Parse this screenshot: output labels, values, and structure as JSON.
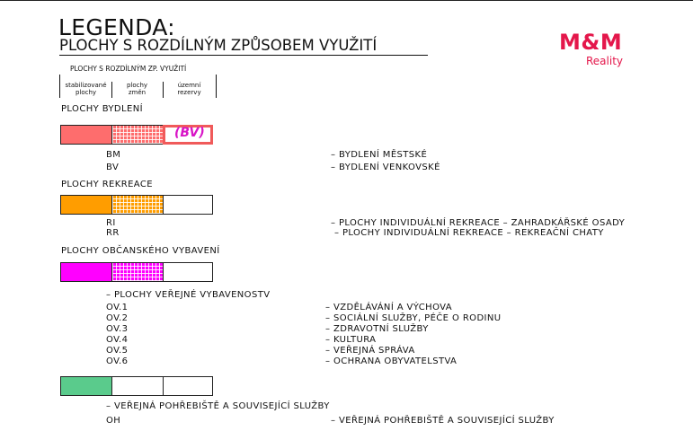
{
  "title": "LEGENDA:",
  "subtitle": "PLOCHY S ROZDÍLNÝM ZPŮSOBEM VYUŽITÍ",
  "logo": {
    "main": "M&M",
    "sub": "Reality"
  },
  "header": {
    "caption": "PLOCHY S ROZDÍLNÝM ZP. VYUŽITÍ",
    "columns": [
      {
        "line1": "stabilizované",
        "line2": "plochy"
      },
      {
        "line1": "plochy",
        "line2": "změn"
      },
      {
        "line1": "územní",
        "line2": "rezervy"
      }
    ]
  },
  "colors": {
    "bydleni": "#fe6d6d",
    "bydleni_reserve_border": "#f05a5a",
    "rekreace": "#ff9d00",
    "obcanske": "#ff00ff",
    "pohrebiste": "#5acb8c",
    "bv_label": "#d815c6"
  },
  "sections": {
    "bydleni": {
      "heading": "PLOCHY BYDLENÍ",
      "swatch_label": "(BV)",
      "rows": [
        {
          "code": "BM",
          "desc": "– BYDLENÍ MĚSTSKÉ"
        },
        {
          "code": "BV",
          "desc": "– BYDLENÍ VENKOVSKÉ"
        }
      ]
    },
    "rekreace": {
      "heading": "PLOCHY REKREACE",
      "rows": [
        {
          "code": "RI",
          "desc": "– PLOCHY INDIVIDUÁLNÍ REKREACE – ZAHRADKÁŘSKÉ OSADY"
        },
        {
          "code": "RR",
          "desc": "– PLOCHY INDIVIDUÁLNÍ REKREACE – REKREAČNÍ CHATY"
        }
      ]
    },
    "obcanske": {
      "heading": "PLOCHY OBČANSKÉHO VYBAVENÍ",
      "subheading": "– PLOCHY VEŘEJNÉ VYBAVENOSTV",
      "rows": [
        {
          "code": "OV.1",
          "desc": "– VZDĚLÁVÁNÍ A VÝCHOVA"
        },
        {
          "code": "OV.2",
          "desc": "– SOCIÁLNÍ SLUŽBY, PÉČE O RODINU"
        },
        {
          "code": "OV.3",
          "desc": "– ZDRAVOTNÍ SLUŽBY"
        },
        {
          "code": "OV.4",
          "desc": "– KULTURA"
        },
        {
          "code": "OV.5",
          "desc": "– VEŘEJNÁ SPRÁVA"
        },
        {
          "code": "OV.6",
          "desc": "– OCHRANA OBYVATELSTVA"
        }
      ]
    },
    "pohrebiste": {
      "subheading": "– VEŘEJNÁ POHŘEBIŠTĚ A SOUVISEJÍCÍ SLUŽBY",
      "rows": [
        {
          "code": "OH",
          "desc": "– VEŘEJNÁ POHŘEBIŠTĚ A SOUVISEJÍCÍ SLUŽBY"
        }
      ]
    }
  }
}
